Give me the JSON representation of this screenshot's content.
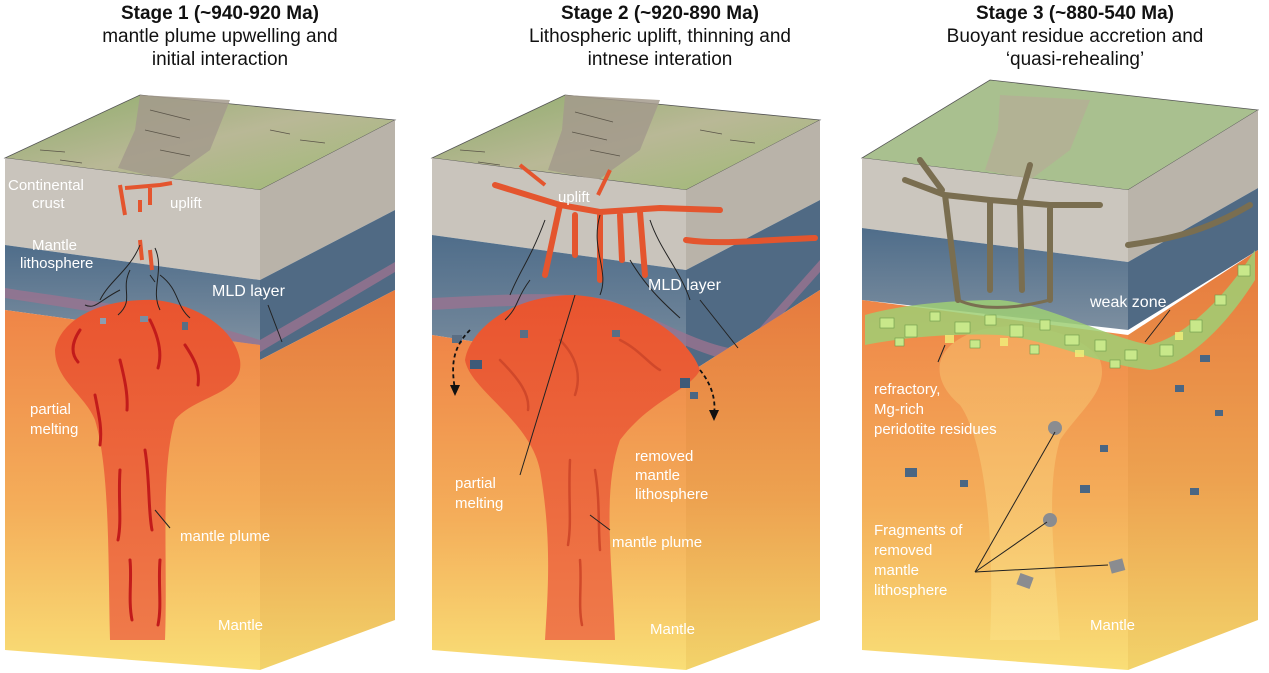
{
  "panels": [
    {
      "title": "Stage 1 (~940-920 Ma)",
      "subtitle_line1": "mantle plume upwelling and",
      "subtitle_line2": "initial interaction",
      "labels": {
        "crust_1": "Continental",
        "crust_2": "crust",
        "uplift": "uplift",
        "mantle_lith_1": "Mantle",
        "mantle_lith_2": "lithosphere",
        "mld": "MLD layer",
        "partial_1": "partial",
        "partial_2": "melting",
        "plume": "mantle plume",
        "mantle": "Mantle"
      }
    },
    {
      "title": "Stage 2 (~920-890 Ma)",
      "subtitle_line1": "Lithospheric uplift, thinning and",
      "subtitle_line2": "intnese interation",
      "labels": {
        "uplift": "uplift",
        "mld": "MLD layer",
        "partial_1": "partial",
        "partial_2": "melting",
        "removed_1": "removed",
        "removed_2": "mantle",
        "removed_3": "lithosphere",
        "plume": "mantle plume",
        "mantle": "Mantle"
      }
    },
    {
      "title": "Stage 3 (~880-540 Ma)",
      "subtitle_line1": "Buoyant residue accretion and",
      "subtitle_line2": "‘quasi-rehealing’",
      "labels": {
        "weak": "weak zone",
        "refr_1": "refractory,",
        "refr_2": "Mg-rich",
        "refr_3": "peridotite residues",
        "frag_1": "Fragments of",
        "frag_2": "removed",
        "frag_3": "mantle",
        "frag_4": "lithosphere",
        "mantle": "Mantle"
      }
    }
  ],
  "colors": {
    "surface_green": "#9fb67a",
    "crust": "#c8c3bb",
    "lithosphere": "#5a7894",
    "mantle_top": "#f0894a",
    "mantle_bottom": "#f8dc72",
    "plume": "#e8613a",
    "residue_green": "#a6d57d"
  }
}
